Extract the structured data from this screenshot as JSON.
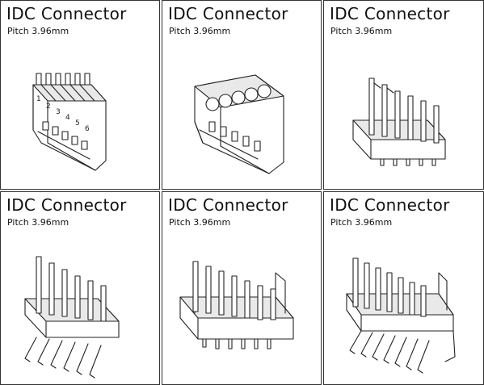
{
  "cells": [
    {
      "title": "IDC Connector",
      "subtitle": "Pitch 3.96mm",
      "numbers": [
        "1",
        "2",
        "3",
        "4",
        "5",
        "6"
      ]
    },
    {
      "title": "IDC Connector",
      "subtitle": "Pitch 3.96mm"
    },
    {
      "title": "IDC Connector",
      "subtitle": "Pitch 3.96mm"
    },
    {
      "title": "IDC Connector",
      "subtitle": "Pitch 3.96mm"
    },
    {
      "title": "IDC Connector",
      "subtitle": "Pitch 3.96mm"
    },
    {
      "title": "IDC Connector",
      "subtitle": "Pitch 3.96mm"
    }
  ]
}
